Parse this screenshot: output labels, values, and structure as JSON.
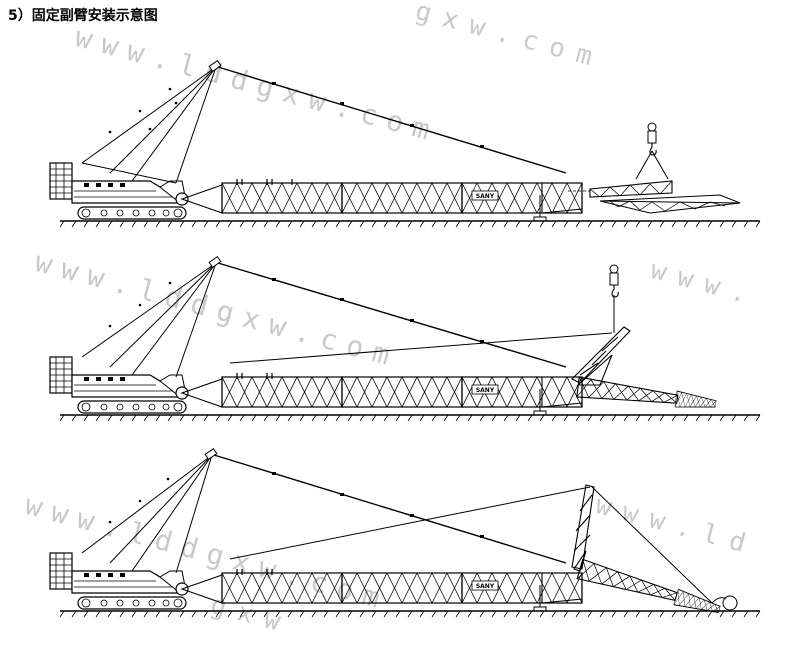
{
  "title": "5）固定副臂安装示意图",
  "stamp": "SANY",
  "watermark": {
    "w1": "www.lddgxw.com",
    "w2": "www.lddgxw.com",
    "w3": "www.lddgxw.com",
    "frag_a": "gxw.com",
    "frag_b": "www.",
    "frag_c": "www.ld",
    "frag_d": "gxw"
  }
}
